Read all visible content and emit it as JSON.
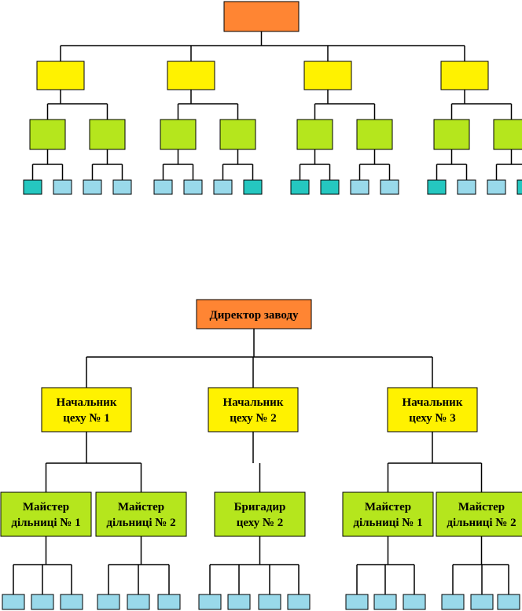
{
  "colors": {
    "director": "#FF8533",
    "chief": "#FFF200",
    "foreman": "#B5E61D",
    "worker": "#99D9EA",
    "worker_dark": "#25C7C0",
    "line": "#000000"
  },
  "top_diagram": {
    "leaf_fills": [
      [
        "worker_dark",
        "worker",
        "worker",
        "worker"
      ],
      [
        "worker",
        "worker",
        "worker",
        "worker_dark"
      ],
      [
        "worker_dark",
        "worker_dark",
        "worker",
        "worker"
      ],
      [
        "worker_dark",
        "worker",
        "worker",
        "worker_dark"
      ]
    ]
  },
  "bottom_diagram": {
    "director": {
      "label": "Директор заводу"
    },
    "chiefs": [
      {
        "line1": "Начальник",
        "line2": "цеху № 1",
        "subs": [
          {
            "line1": "Майстер",
            "line2": "дільниці № 1"
          },
          {
            "line1": "Майстер",
            "line2": "дільниці № 2"
          }
        ]
      },
      {
        "line1": "Начальник",
        "line2": "цеху № 2",
        "subs": [
          {
            "line1": "Бригадир",
            "line2": "цеху № 2"
          }
        ]
      },
      {
        "line1": "Начальник",
        "line2": "цеху № 3",
        "subs": [
          {
            "line1": "Майстер",
            "line2": "дільниці № 1"
          },
          {
            "line1": "Майстер",
            "line2": "дільниці № 2"
          }
        ]
      }
    ]
  }
}
